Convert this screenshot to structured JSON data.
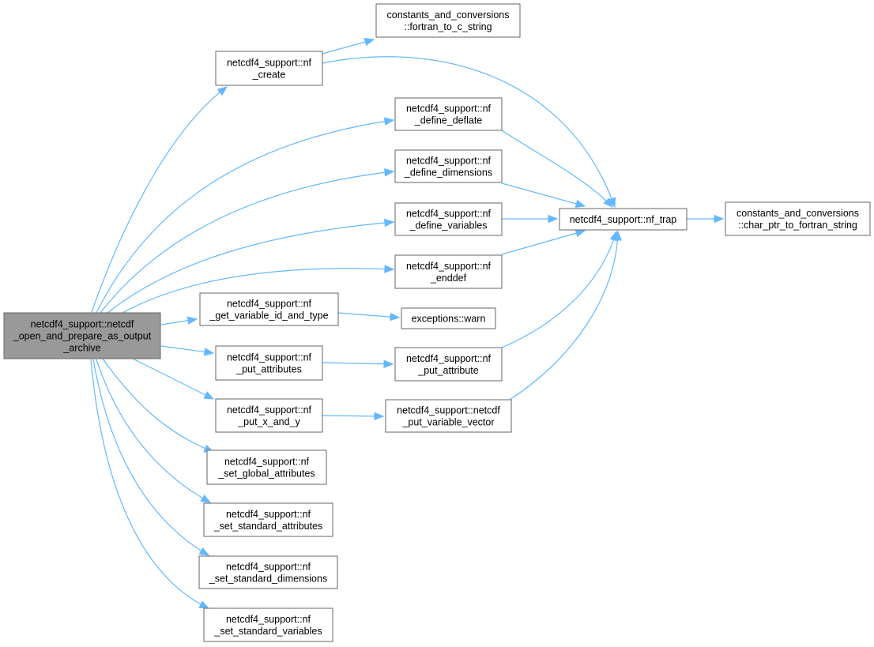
{
  "nodes": [
    {
      "id": "root",
      "lines": [
        "netcdf4_support::netcdf",
        "_open_and_prepare_as_output",
        "_archive"
      ],
      "root": true
    },
    {
      "id": "nf_create",
      "lines": [
        "netcdf4_support::nf",
        "_create"
      ]
    },
    {
      "id": "fortran_to_c",
      "lines": [
        "constants_and_conversions",
        "::fortran_to_c_string"
      ]
    },
    {
      "id": "def_deflate",
      "lines": [
        "netcdf4_support::nf",
        "_define_deflate"
      ]
    },
    {
      "id": "def_dims",
      "lines": [
        "netcdf4_support::nf",
        "_define_dimensions"
      ]
    },
    {
      "id": "def_vars",
      "lines": [
        "netcdf4_support::nf",
        "_define_variables"
      ]
    },
    {
      "id": "enddef",
      "lines": [
        "netcdf4_support::nf",
        "_enddef"
      ]
    },
    {
      "id": "get_var_id",
      "lines": [
        "netcdf4_support::nf",
        "_get_variable_id_and_type"
      ]
    },
    {
      "id": "warn",
      "lines": [
        "exceptions::warn"
      ]
    },
    {
      "id": "put_attrs",
      "lines": [
        "netcdf4_support::nf",
        "_put_attributes"
      ]
    },
    {
      "id": "put_attr",
      "lines": [
        "netcdf4_support::nf",
        "_put_attribute"
      ]
    },
    {
      "id": "put_xy",
      "lines": [
        "netcdf4_support::nf",
        "_put_x_and_y"
      ]
    },
    {
      "id": "put_var_vec",
      "lines": [
        "netcdf4_support::netcdf",
        "_put_variable_vector"
      ]
    },
    {
      "id": "nf_trap",
      "lines": [
        "netcdf4_support::nf_trap"
      ]
    },
    {
      "id": "char_ptr",
      "lines": [
        "constants_and_conversions",
        "::char_ptr_to_fortran_string"
      ]
    },
    {
      "id": "set_global",
      "lines": [
        "netcdf4_support::nf",
        "_set_global_attributes"
      ]
    },
    {
      "id": "set_std_attrs",
      "lines": [
        "netcdf4_support::nf",
        "_set_standard_attributes"
      ]
    },
    {
      "id": "set_std_dims",
      "lines": [
        "netcdf4_support::nf",
        "_set_standard_dimensions"
      ]
    },
    {
      "id": "set_std_vars",
      "lines": [
        "netcdf4_support::nf",
        "_set_standard_variables"
      ]
    }
  ],
  "edges": [
    {
      "from": "root",
      "to": "nf_create"
    },
    {
      "from": "root",
      "to": "def_deflate"
    },
    {
      "from": "root",
      "to": "def_dims"
    },
    {
      "from": "root",
      "to": "def_vars"
    },
    {
      "from": "root",
      "to": "enddef"
    },
    {
      "from": "root",
      "to": "get_var_id"
    },
    {
      "from": "root",
      "to": "put_attrs"
    },
    {
      "from": "root",
      "to": "put_xy"
    },
    {
      "from": "root",
      "to": "set_global"
    },
    {
      "from": "root",
      "to": "set_std_attrs"
    },
    {
      "from": "root",
      "to": "set_std_dims"
    },
    {
      "from": "root",
      "to": "set_std_vars"
    },
    {
      "from": "nf_create",
      "to": "fortran_to_c"
    },
    {
      "from": "nf_create",
      "to": "nf_trap"
    },
    {
      "from": "def_deflate",
      "to": "nf_trap"
    },
    {
      "from": "def_dims",
      "to": "nf_trap"
    },
    {
      "from": "def_vars",
      "to": "nf_trap"
    },
    {
      "from": "enddef",
      "to": "nf_trap"
    },
    {
      "from": "get_var_id",
      "to": "warn"
    },
    {
      "from": "put_attrs",
      "to": "put_attr"
    },
    {
      "from": "put_attr",
      "to": "nf_trap"
    },
    {
      "from": "put_xy",
      "to": "put_var_vec"
    },
    {
      "from": "put_var_vec",
      "to": "nf_trap"
    },
    {
      "from": "nf_trap",
      "to": "char_ptr"
    }
  ],
  "colors": {
    "edge": "#63b8ff",
    "root_fill": "#999999",
    "node_border": "#666666"
  }
}
